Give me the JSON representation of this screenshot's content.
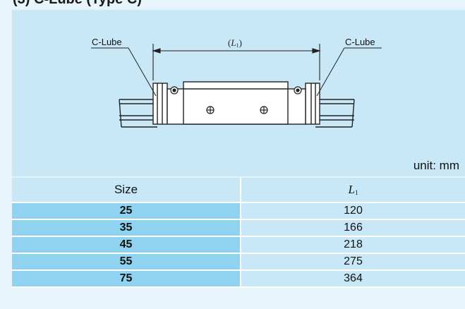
{
  "header": {
    "partial_title": "(3) C-Lube (Type C)"
  },
  "diagram": {
    "left_label": "C-Lube",
    "right_label": "C-Lube",
    "dimension_symbol": "L",
    "dimension_subscript": "1"
  },
  "unit_label": "unit: mm",
  "table": {
    "headers": {
      "size": "Size",
      "l1_symbol": "L",
      "l1_subscript": "1"
    },
    "rows": [
      {
        "size": "25",
        "l1": "120"
      },
      {
        "size": "35",
        "l1": "166"
      },
      {
        "size": "45",
        "l1": "218"
      },
      {
        "size": "55",
        "l1": "275"
      },
      {
        "size": "75",
        "l1": "364"
      }
    ]
  }
}
